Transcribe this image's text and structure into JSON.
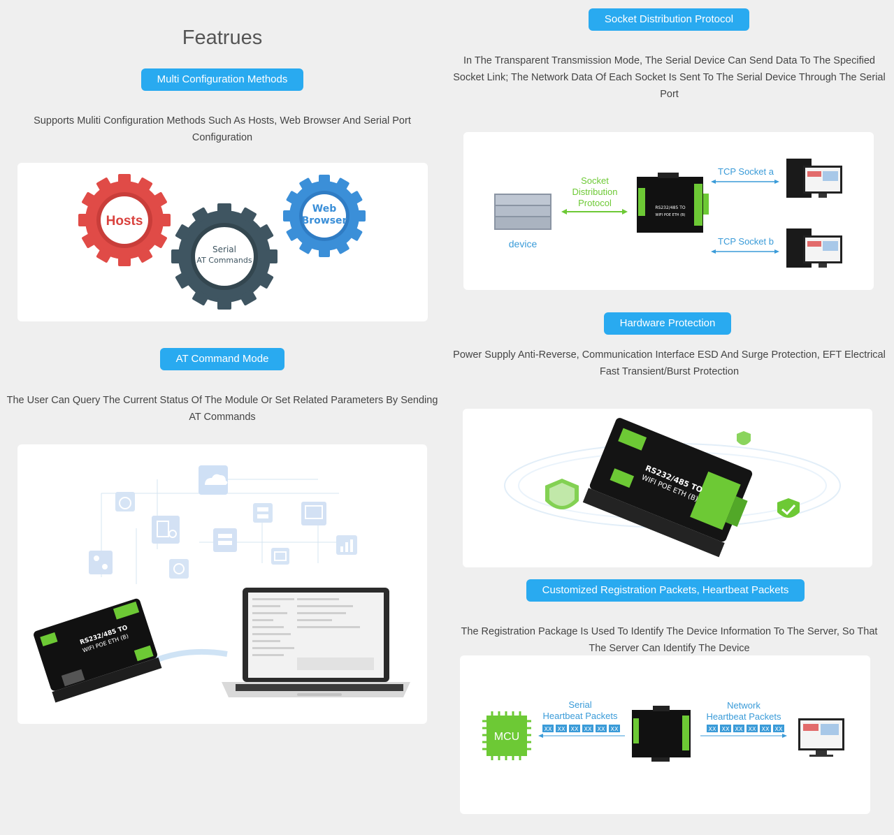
{
  "left": {
    "heading": "Featrues",
    "multi": {
      "button": "Multi Configuration Methods",
      "desc_line1": "Supports Muliti Configuration Methods Such As Hosts, Web Browser And Serial Port",
      "desc_line2": "Configuration",
      "gears": {
        "hosts": "Hosts",
        "serial_line1": "Serial",
        "serial_line2": "AT Commands",
        "web_line1": "Web",
        "web_line2": "Browser"
      }
    },
    "at": {
      "button": "AT Command Mode",
      "desc_line1": "The User Can Query The Current Status Of The Module Or Set Related Parameters By Sending",
      "desc_line2": "AT Commands",
      "device_label1": "RS232/485 TO",
      "device_label2": "WIFI POE ETH (B)"
    }
  },
  "right": {
    "socket": {
      "button": "Socket Distribution Protocol",
      "desc_line1": "In The Transparent Transmission Mode, The Serial Device Can Send Data To The Specified",
      "desc_line2": "Socket Link; The Network Data Of Each Socket Is Sent To The Serial Device Through The Serial",
      "desc_line3": "Port",
      "diagram": {
        "protocol_line1": "Socket",
        "protocol_line2": "Distribution",
        "protocol_line3": "Protocol",
        "device": "device",
        "socket_a": "TCP Socket a",
        "socket_b": "TCP Socket b",
        "module_line1": "RS232/485 TO",
        "module_line2": "WIFI POE ETH (B)"
      }
    },
    "hardware": {
      "button": "Hardware Protection",
      "desc_line1": "Power Supply Anti-Reverse, Communication Interface ESD And Surge Protection, EFT Electrical",
      "desc_line2": "Fast Transient/Burst Protection",
      "device_label1": "RS232/485 TO",
      "device_label2": "WIFI POE ETH (B)"
    },
    "registration": {
      "button": "Customized Registration Packets, Heartbeat Packets",
      "desc_line1": "The Registration Package Is Used To Identify The Device Information To The Server, So That",
      "desc_line2": "The Server Can Identify The Device",
      "diagram": {
        "mcu": "MCU",
        "serial_line1": "Serial",
        "serial_line2": "Heartbeat Packets",
        "network_line1": "Network",
        "network_line2": "Heartbeat Packets",
        "packet": "XX"
      }
    }
  },
  "colors": {
    "accent": "#29aaf0",
    "green": "#6dc935",
    "gear_red": "#e04b47",
    "gear_dark": "#3f5561",
    "gear_blue": "#3b8fd8",
    "label_blue": "#3a9bd8"
  }
}
